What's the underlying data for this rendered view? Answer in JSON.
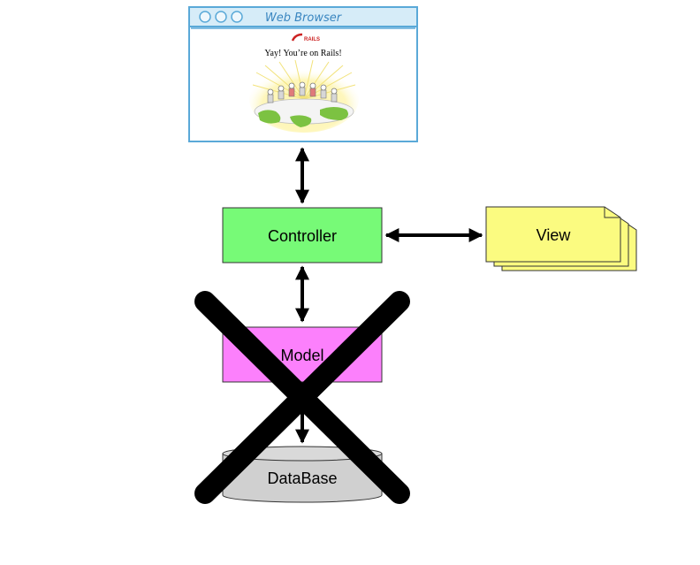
{
  "browser": {
    "title": "Web Browser",
    "logo_text": "RAILS",
    "caption": "Yay! You’re on Rails!",
    "frame_color": "#5aa9d8",
    "titlebar_color": "#d6ecf8"
  },
  "controller": {
    "label": "Controller",
    "color": "#77fa77"
  },
  "view": {
    "label": "View",
    "color": "#fbfb80"
  },
  "model": {
    "label": "Model",
    "color": "#fc80fc",
    "crossed_out": true
  },
  "database": {
    "label": "DataBase",
    "color": "#d0d0d0",
    "crossed_out": true
  },
  "arrows": [
    {
      "from": "browser",
      "to": "controller",
      "direction": "both"
    },
    {
      "from": "controller",
      "to": "view",
      "direction": "both"
    },
    {
      "from": "controller",
      "to": "model",
      "direction": "both"
    },
    {
      "from": "model",
      "to": "database",
      "direction": "forward"
    }
  ],
  "cross_out_color": "#000000"
}
